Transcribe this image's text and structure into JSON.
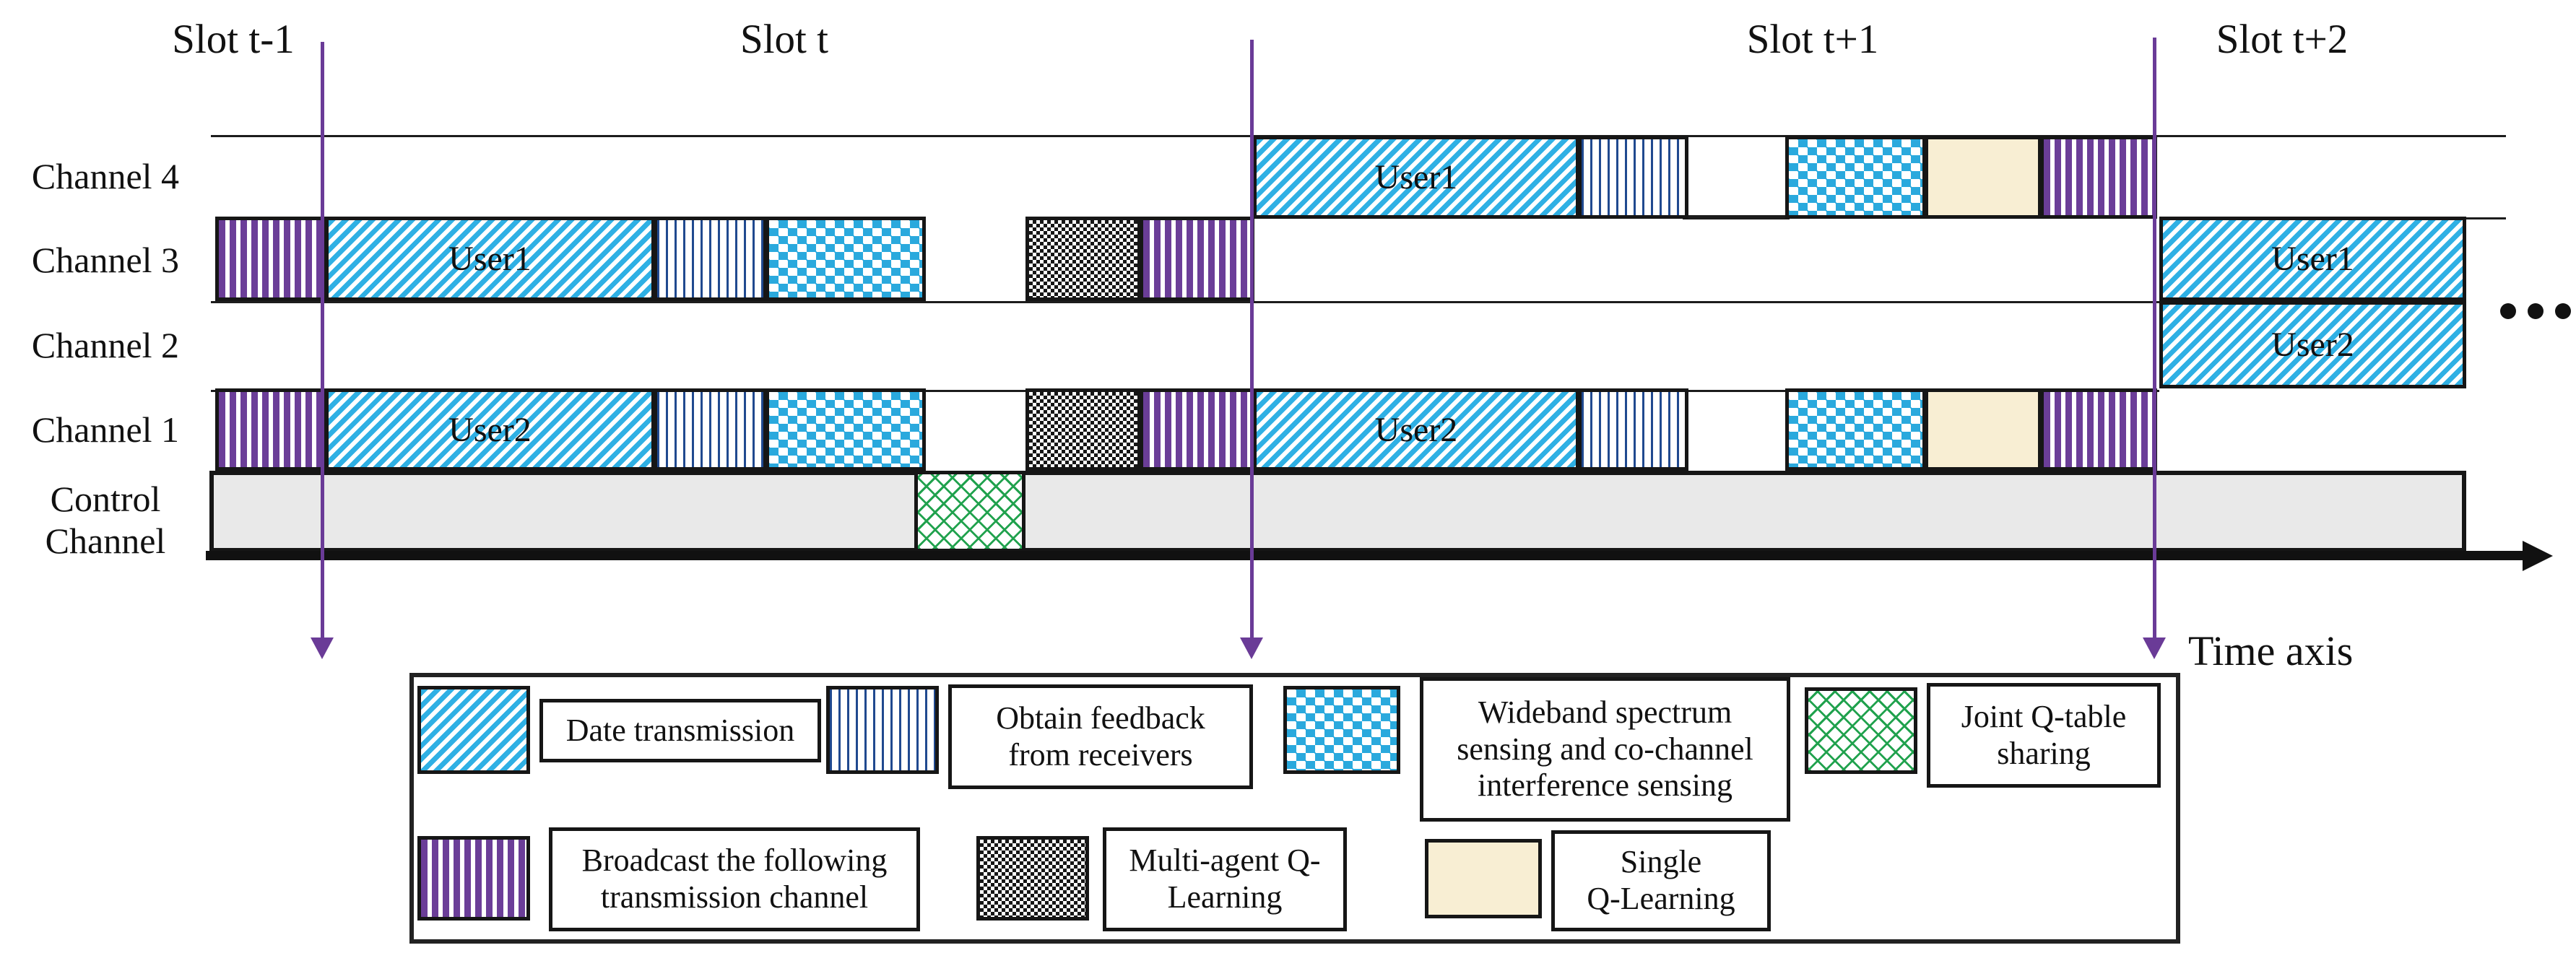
{
  "slots": [
    {
      "label": "Slot t-1"
    },
    {
      "label": "Slot t"
    },
    {
      "label": "Slot t+1"
    },
    {
      "label": "Slot t+2"
    }
  ],
  "channels": [
    {
      "label": "Channel 4"
    },
    {
      "label": "Channel 3"
    },
    {
      "label": "Channel 2"
    },
    {
      "label": "Channel 1"
    }
  ],
  "control_channel": {
    "line1": "Control",
    "line2": "Channel"
  },
  "time_axis": {
    "label": "Time axis"
  },
  "continuation": {
    "symbol": "..."
  },
  "user_labels": {
    "ch3_slot_t": "User1",
    "ch1_slot_t": "User2",
    "ch4_slot_t1": "User1",
    "ch1_slot_t1": "User2",
    "ch3_slot_t2": "User1",
    "ch2_slot_t2": "User2"
  },
  "legend": {
    "items": [
      {
        "icon": "data-transmission-swatch",
        "lines": [
          "Date transmission"
        ]
      },
      {
        "icon": "obtain-feedback-swatch",
        "lines": [
          "Obtain feedback",
          "from receivers"
        ]
      },
      {
        "icon": "wideband-sensing-swatch",
        "lines": [
          "Wideband spectrum",
          "sensing and co-channel",
          "interference sensing"
        ]
      },
      {
        "icon": "joint-qtable-swatch",
        "lines": [
          "Joint Q-table",
          "sharing"
        ]
      },
      {
        "icon": "broadcast-swatch",
        "lines": [
          "Broadcast the following",
          "transmission channel"
        ]
      },
      {
        "icon": "multiagent-qlearning-swatch",
        "lines": [
          "Multi-agent Q-",
          "Learning"
        ]
      },
      {
        "icon": "single-qlearning-swatch",
        "lines": [
          "Single",
          "Q-Learning"
        ]
      }
    ]
  },
  "colors": {
    "data_cyan": "#2fb0e4",
    "sensing_cyan": "#2aa9dd",
    "feedback_navy": "#20498f",
    "broadcast_purple": "#6b3e98",
    "multiagent_black": "#161616",
    "joint_green": "#21a24e",
    "single_cream": "#f8eed3",
    "control_gray": "#e9e9e9",
    "slot_line_purple": "#6a3b97"
  },
  "schedule": {
    "channel_4": {
      "slot_t_plus_1": [
        "data:User1",
        "feedback",
        "sensing",
        "single-q",
        "broadcast"
      ]
    },
    "channel_3": {
      "slot_t_minus_1": [
        "broadcast"
      ],
      "slot_t": [
        "data:User1",
        "feedback",
        "sensing",
        "multi-agent-q",
        "broadcast"
      ],
      "slot_t_plus_2": [
        "data:User1"
      ]
    },
    "channel_2": {
      "slot_t_plus_2": [
        "data:User2"
      ]
    },
    "channel_1": {
      "slot_t_minus_1": [
        "broadcast"
      ],
      "slot_t": [
        "data:User2",
        "feedback",
        "sensing",
        "multi-agent-q",
        "broadcast"
      ],
      "slot_t_plus_1": [
        "data:User2",
        "feedback",
        "sensing",
        "single-q",
        "broadcast"
      ]
    },
    "control_channel": {
      "slot_t": [
        "joint-q-table-sharing"
      ]
    }
  }
}
